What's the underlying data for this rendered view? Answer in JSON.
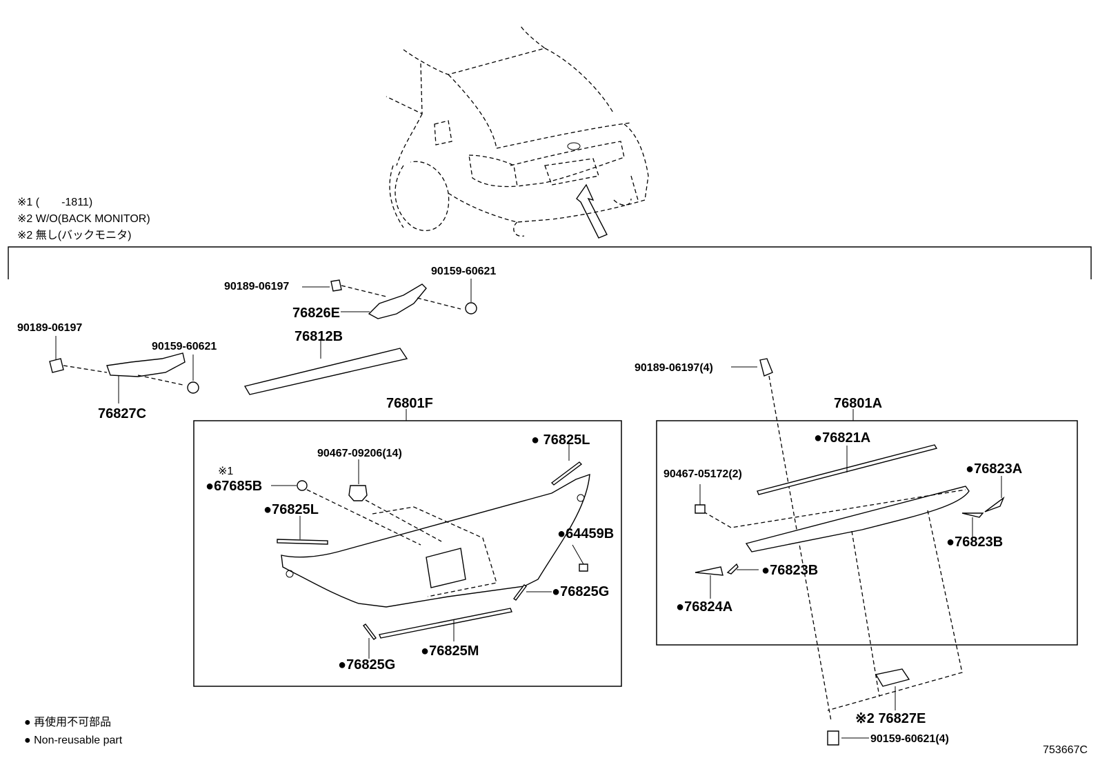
{
  "notes": {
    "n1": "※1 (　　-1811)",
    "n2": "※2 W/O(BACK MONITOR)",
    "n3": "※2 無し(バックモニタ)"
  },
  "legend": {
    "jp": "● 再使用不可部品",
    "en": "● Non-reusable part"
  },
  "drawing_id": "753667C",
  "labels": {
    "p90189_top": "90189-06197",
    "p90159_top": "90159-60621",
    "p76826E": "76826E",
    "p76812B": "76812B",
    "p90189_left": "90189-06197",
    "p90159_left": "90159-60621",
    "p76827C": "76827C",
    "p76801F": "76801F",
    "p76825L_a": "● 76825L",
    "p90467_09206": "90467-09206(14)",
    "mark1": "※1",
    "p67685B": "●67685B",
    "p76825L_b": "●76825L",
    "p64459B": "●64459B",
    "p76825G_a": "●76825G",
    "p76825M": "●76825M",
    "p76825G_b": "●76825G",
    "p90189_4": "90189-06197(4)",
    "p76801A": "76801A",
    "p76821A": "●76821A",
    "p76823A": "●76823A",
    "p90467_05172": "90467-05172(2)",
    "p76823B_a": "●76823B",
    "p76823B_b": "●76823B",
    "p76824A": "●76824A",
    "p76827E": "※2 76827E",
    "p90159_4": "90159-60621(4)"
  }
}
